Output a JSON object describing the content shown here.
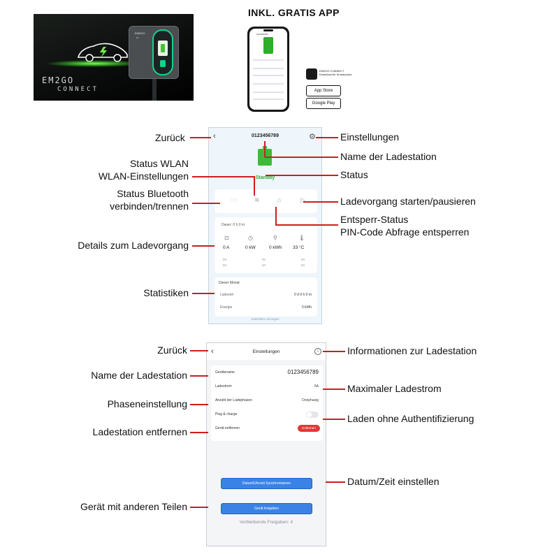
{
  "banner": {
    "brand_line1": "EM2GO",
    "brand_line2": "CONNECT",
    "device_label": "EM2GO",
    "device_sub": "EV"
  },
  "app_header": "INKL. GRATIS APP",
  "app_preview": {
    "station_name": "0123456789",
    "logo_text": "EM2GO CONNECT",
    "logo_sub": "Download für Smartphone",
    "app_store": "App Store",
    "google_play": "Google Play"
  },
  "screen1": {
    "station_id": "0123456789",
    "status": "Standby",
    "duration": "Dauer: 0 h 0 m",
    "metrics": [
      {
        "icon": "current-icon",
        "value": "0 A"
      },
      {
        "icon": "power-icon",
        "value": "0 kW"
      },
      {
        "icon": "energy-icon",
        "value": "0 kWh"
      },
      {
        "icon": "temperature-icon",
        "value": "33 °C"
      }
    ],
    "phase_values": {
      "col1": [
        "0V",
        "0A"
      ],
      "col2": [
        "0V",
        "0A"
      ],
      "col3": [
        "0V",
        "0A"
      ]
    },
    "stats_title": "Dieser Monat",
    "stats_rows": [
      {
        "key": "Ladezeit",
        "value": "0 d 0 h 0 m"
      },
      {
        "key": "Energie",
        "value": "0 kWh"
      }
    ],
    "show_stats": "Statistiken anzeigen"
  },
  "screen2": {
    "title": "Einstellungen",
    "rows": [
      {
        "key": "Gerätename",
        "value": "0123456789"
      },
      {
        "key": "Ladestrom",
        "value": "6A"
      },
      {
        "key": "Anzahl der Ladephasen",
        "value": "Dreiphasig"
      },
      {
        "key": "Plug & charge",
        "value": ""
      },
      {
        "key": "Gerät entfernen",
        "value": "Entfernen"
      }
    ],
    "sync_button": "Datum/Uhrzeit Synchronisieren",
    "share_button": "Gerät freigeben",
    "remaining": "Verbleibende Freigaben: 4"
  },
  "annotations1": {
    "zurueck": "Zurück",
    "einstellungen": "Einstellungen",
    "status_wlan": "Status WLAN",
    "wlan_einstellungen": "WLAN-Einstellungen",
    "name_ladestation": "Name der Ladestation",
    "status": "Status",
    "status_bluetooth": "Status Bluetooth",
    "bt_verbinden": "verbinden/trennen",
    "ladevorgang": "Ladevorgang starten/pausieren",
    "entsperr": "Entsperr-Status",
    "pin": "PIN-Code Abfrage entsperren",
    "details": "Details zum Ladevorgang",
    "statistiken": "Statistiken"
  },
  "annotations2": {
    "zurueck": "Zurück",
    "informationen": "Informationen zur Ladestation",
    "name_ladestation": "Name der Ladestation",
    "max_ladestrom": "Maximaler Ladestrom",
    "phaseneinstellung": "Phaseneinstellung",
    "laden_ohne": "Laden ohne Authentifizierung",
    "ladestation_entfernen": "Ladestation entfernen",
    "datum_zeit": "Datum/Zeit einstellen",
    "geraet_teilen": "Gerät mit anderen Teilen"
  },
  "colors": {
    "accent_red": "#cc1e1e",
    "status_green": "#34a833",
    "button_blue": "#3a82e6",
    "remove_red": "#e03838"
  }
}
